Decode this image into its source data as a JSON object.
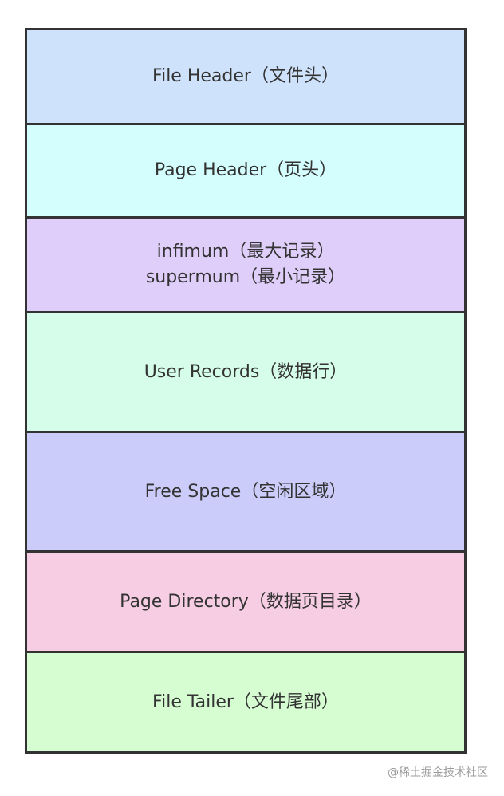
{
  "blocks": [
    {
      "lines": [
        "File Header（文件头）"
      ],
      "color": "#cfe2fb"
    },
    {
      "lines": [
        "Page Header（页头）"
      ],
      "color": "#d4fefe"
    },
    {
      "lines": [
        "infimum（最大记录）",
        "supermum（最小记录）"
      ],
      "color": "#e0cefa"
    },
    {
      "lines": [
        "User Records（数据行）"
      ],
      "color": "#d5fde9"
    },
    {
      "lines": [
        "Free Space（空闲区域）"
      ],
      "color": "#ccccfa"
    },
    {
      "lines": [
        "Page Directory（数据页目录）"
      ],
      "color": "#f6cde2"
    },
    {
      "lines": [
        "File Tailer（文件尾部）"
      ],
      "color": "#d6fdd2"
    }
  ],
  "watermark": "@稀土掘金技术社区"
}
